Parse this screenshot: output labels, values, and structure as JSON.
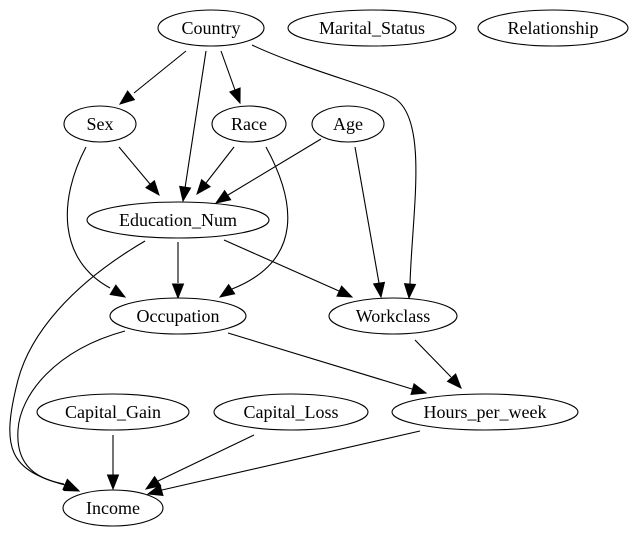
{
  "graph": {
    "nodes": [
      {
        "id": "country",
        "label": "Country"
      },
      {
        "id": "marital_status",
        "label": "Marital_Status"
      },
      {
        "id": "relationship",
        "label": "Relationship"
      },
      {
        "id": "sex",
        "label": "Sex"
      },
      {
        "id": "race",
        "label": "Race"
      },
      {
        "id": "age",
        "label": "Age"
      },
      {
        "id": "education_num",
        "label": "Education_Num"
      },
      {
        "id": "occupation",
        "label": "Occupation"
      },
      {
        "id": "workclass",
        "label": "Workclass"
      },
      {
        "id": "capital_gain",
        "label": "Capital_Gain"
      },
      {
        "id": "capital_loss",
        "label": "Capital_Loss"
      },
      {
        "id": "hours_per_week",
        "label": "Hours_per_week"
      },
      {
        "id": "income",
        "label": "Income"
      }
    ],
    "edges": [
      {
        "from": "country",
        "to": "sex"
      },
      {
        "from": "country",
        "to": "education_num"
      },
      {
        "from": "country",
        "to": "race"
      },
      {
        "from": "country",
        "to": "workclass"
      },
      {
        "from": "sex",
        "to": "education_num"
      },
      {
        "from": "sex",
        "to": "occupation"
      },
      {
        "from": "race",
        "to": "education_num"
      },
      {
        "from": "race",
        "to": "occupation"
      },
      {
        "from": "age",
        "to": "education_num"
      },
      {
        "from": "age",
        "to": "workclass"
      },
      {
        "from": "education_num",
        "to": "occupation"
      },
      {
        "from": "education_num",
        "to": "workclass"
      },
      {
        "from": "education_num",
        "to": "income"
      },
      {
        "from": "occupation",
        "to": "hours_per_week"
      },
      {
        "from": "occupation",
        "to": "income"
      },
      {
        "from": "workclass",
        "to": "hours_per_week"
      },
      {
        "from": "capital_gain",
        "to": "income"
      },
      {
        "from": "capital_loss",
        "to": "income"
      },
      {
        "from": "hours_per_week",
        "to": "income"
      }
    ]
  }
}
